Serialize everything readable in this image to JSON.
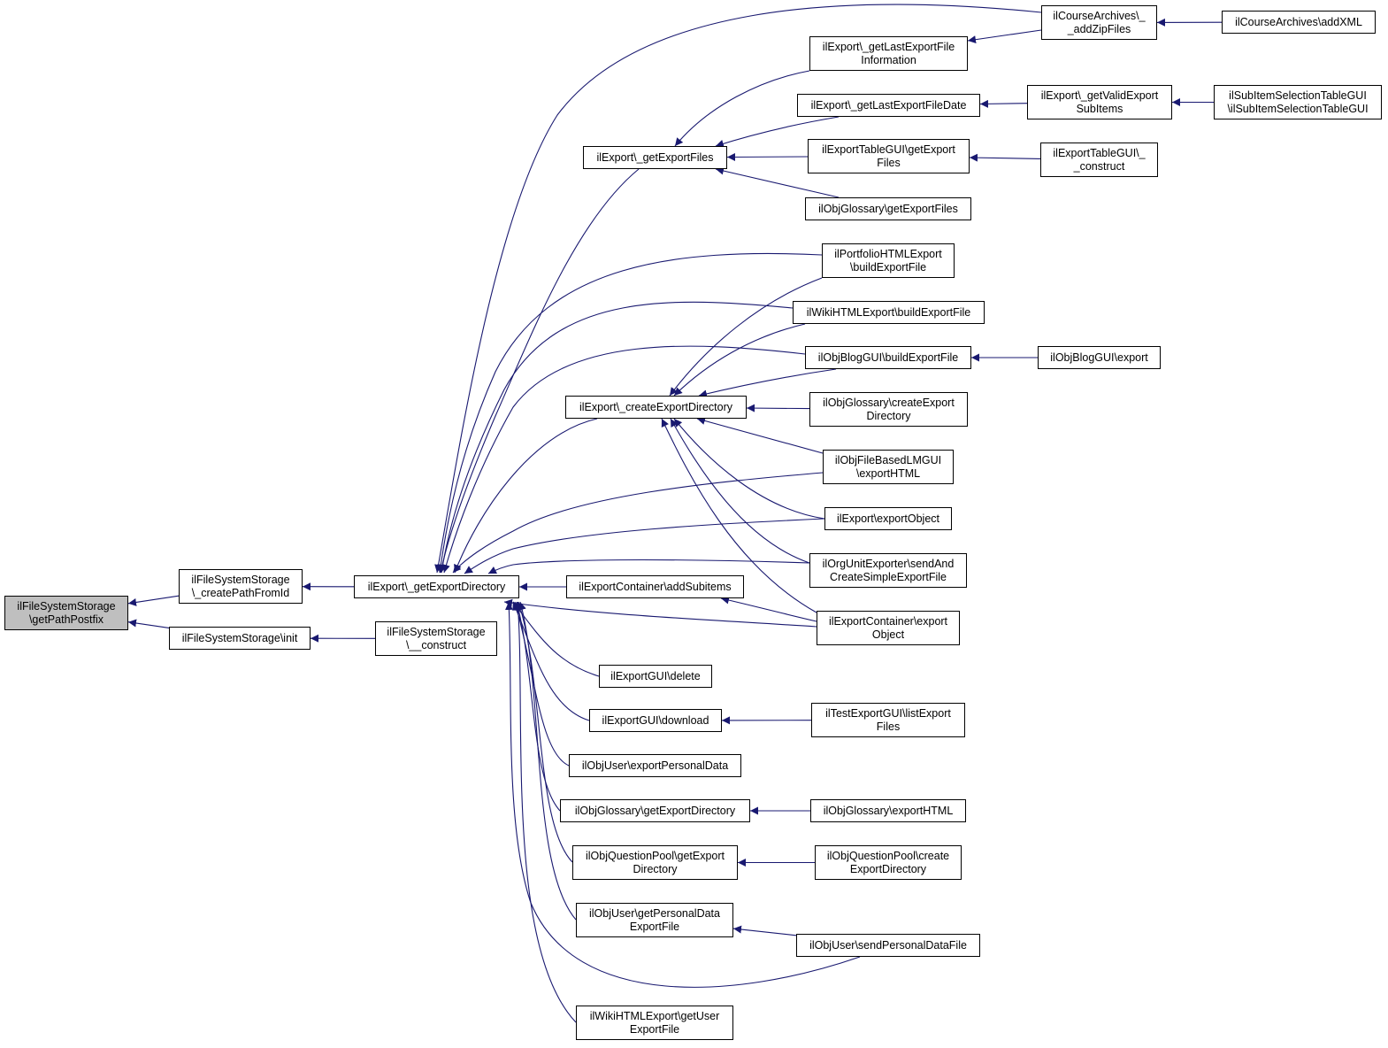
{
  "colors": {
    "edge": "#191970",
    "node_border": "#000000",
    "root_fill": "#bfbfbf",
    "node_fill": "#ffffff"
  },
  "nodes": [
    {
      "id": "root",
      "lines": [
        "ilFileSystemStorage",
        "\\getPathPostfix"
      ],
      "root": true
    },
    {
      "id": "createPathFromId",
      "lines": [
        "ilFileSystemStorage",
        "\\_createPathFromId"
      ]
    },
    {
      "id": "fssInit",
      "lines": [
        "ilFileSystemStorage\\init"
      ]
    },
    {
      "id": "getExportDirectory",
      "lines": [
        "ilExport\\_getExportDirectory"
      ]
    },
    {
      "id": "fssConstruct",
      "lines": [
        "ilFileSystemStorage",
        "\\__construct"
      ]
    },
    {
      "id": "getExportFiles",
      "lines": [
        "ilExport\\_getExportFiles"
      ]
    },
    {
      "id": "createExportDirectory",
      "lines": [
        "ilExport\\_createExportDirectory"
      ]
    },
    {
      "id": "addSubitems",
      "lines": [
        "ilExportContainer\\addSubitems"
      ]
    },
    {
      "id": "guiDelete",
      "lines": [
        "ilExportGUI\\delete"
      ]
    },
    {
      "id": "guiDownload",
      "lines": [
        "ilExportGUI\\download"
      ]
    },
    {
      "id": "userExportPersonalData",
      "lines": [
        "ilObjUser\\exportPersonalData"
      ]
    },
    {
      "id": "glossaryGetExportDirectory",
      "lines": [
        "ilObjGlossary\\getExportDirectory"
      ]
    },
    {
      "id": "qpGetExportDirectory",
      "lines": [
        "ilObjQuestionPool\\getExport",
        "Directory"
      ]
    },
    {
      "id": "userGetPersonalDataExportFile",
      "lines": [
        "ilObjUser\\getPersonalData",
        "ExportFile"
      ]
    },
    {
      "id": "wikiGetUserExportFile",
      "lines": [
        "ilWikiHTMLExport\\getUser",
        "ExportFile"
      ]
    },
    {
      "id": "getLastExportFileInformation",
      "lines": [
        "ilExport\\_getLastExportFile",
        "Information"
      ]
    },
    {
      "id": "getLastExportFileDate",
      "lines": [
        "ilExport\\_getLastExportFileDate"
      ]
    },
    {
      "id": "tableGetExportFiles",
      "lines": [
        "ilExportTableGUI\\getExport",
        "Files"
      ]
    },
    {
      "id": "glossaryGetExportFiles",
      "lines": [
        "ilObjGlossary\\getExportFiles"
      ]
    },
    {
      "id": "portfolioBuildExportFile",
      "lines": [
        "ilPortfolioHTMLExport",
        "\\buildExportFile"
      ]
    },
    {
      "id": "wikiBuildExportFile",
      "lines": [
        "ilWikiHTMLExport\\buildExportFile"
      ]
    },
    {
      "id": "blogBuildExportFile",
      "lines": [
        "ilObjBlogGUI\\buildExportFile"
      ]
    },
    {
      "id": "glossaryCreateExportDirectory",
      "lines": [
        "ilObjGlossary\\createExport",
        "Directory"
      ]
    },
    {
      "id": "fileLmExportHTML",
      "lines": [
        "ilObjFileBasedLMGUI",
        "\\exportHTML"
      ]
    },
    {
      "id": "exportObject",
      "lines": [
        "ilExport\\exportObject"
      ]
    },
    {
      "id": "orgUnitSendAndCreate",
      "lines": [
        "ilOrgUnitExporter\\sendAnd",
        "CreateSimpleExportFile"
      ]
    },
    {
      "id": "containerExportObject",
      "lines": [
        "ilExportContainer\\export",
        "Object"
      ]
    },
    {
      "id": "testListExportFiles",
      "lines": [
        "ilTestExportGUI\\listExport",
        "Files"
      ]
    },
    {
      "id": "glossaryExportHTML",
      "lines": [
        "ilObjGlossary\\exportHTML"
      ]
    },
    {
      "id": "qpCreateExportDirectory",
      "lines": [
        "ilObjQuestionPool\\create",
        "ExportDirectory"
      ]
    },
    {
      "id": "userSendPersonalDataFile",
      "lines": [
        "ilObjUser\\sendPersonalDataFile"
      ]
    },
    {
      "id": "courseAddZipFiles",
      "lines": [
        "ilCourseArchives\\_",
        "_addZipFiles"
      ]
    },
    {
      "id": "getValidExportSubItems",
      "lines": [
        "ilExport\\_getValidExport",
        "SubItems"
      ]
    },
    {
      "id": "tableConstruct",
      "lines": [
        "ilExportTableGUI\\_",
        "_construct"
      ]
    },
    {
      "id": "blogExport",
      "lines": [
        "ilObjBlogGUI\\export"
      ]
    },
    {
      "id": "courseAddXML",
      "lines": [
        "ilCourseArchives\\addXML"
      ]
    },
    {
      "id": "subItemSelectionTable",
      "lines": [
        "ilSubItemSelectionTableGUI",
        "\\ilSubItemSelectionTableGUI"
      ]
    }
  ],
  "edges": [
    {
      "from": "createPathFromId",
      "to": "root"
    },
    {
      "from": "fssInit",
      "to": "root"
    },
    {
      "from": "getExportDirectory",
      "to": "createPathFromId"
    },
    {
      "from": "fssConstruct",
      "to": "fssInit"
    },
    {
      "from": "getExportFiles",
      "to": "getExportDirectory"
    },
    {
      "from": "createExportDirectory",
      "to": "getExportDirectory"
    },
    {
      "from": "addSubitems",
      "to": "getExportDirectory"
    },
    {
      "from": "guiDelete",
      "to": "getExportDirectory"
    },
    {
      "from": "guiDownload",
      "to": "getExportDirectory"
    },
    {
      "from": "userExportPersonalData",
      "to": "getExportDirectory"
    },
    {
      "from": "glossaryGetExportDirectory",
      "to": "getExportDirectory"
    },
    {
      "from": "qpGetExportDirectory",
      "to": "getExportDirectory"
    },
    {
      "from": "userGetPersonalDataExportFile",
      "to": "getExportDirectory"
    },
    {
      "from": "wikiGetUserExportFile",
      "to": "getExportDirectory"
    },
    {
      "from": "courseAddZipFiles",
      "to": "getExportDirectory"
    },
    {
      "from": "portfolioBuildExportFile",
      "to": "getExportDirectory"
    },
    {
      "from": "wikiBuildExportFile",
      "to": "getExportDirectory"
    },
    {
      "from": "blogBuildExportFile",
      "to": "getExportDirectory"
    },
    {
      "from": "fileLmExportHTML",
      "to": "getExportDirectory"
    },
    {
      "from": "exportObject",
      "to": "getExportDirectory"
    },
    {
      "from": "orgUnitSendAndCreate",
      "to": "getExportDirectory"
    },
    {
      "from": "containerExportObject",
      "to": "getExportDirectory"
    },
    {
      "from": "userSendPersonalDataFile",
      "to": "getExportDirectory"
    },
    {
      "from": "getLastExportFileInformation",
      "to": "getExportFiles"
    },
    {
      "from": "getLastExportFileDate",
      "to": "getExportFiles"
    },
    {
      "from": "tableGetExportFiles",
      "to": "getExportFiles"
    },
    {
      "from": "glossaryGetExportFiles",
      "to": "getExportFiles"
    },
    {
      "from": "portfolioBuildExportFile",
      "to": "createExportDirectory"
    },
    {
      "from": "wikiBuildExportFile",
      "to": "createExportDirectory"
    },
    {
      "from": "blogBuildExportFile",
      "to": "createExportDirectory"
    },
    {
      "from": "glossaryCreateExportDirectory",
      "to": "createExportDirectory"
    },
    {
      "from": "fileLmExportHTML",
      "to": "createExportDirectory"
    },
    {
      "from": "exportObject",
      "to": "createExportDirectory"
    },
    {
      "from": "orgUnitSendAndCreate",
      "to": "createExportDirectory"
    },
    {
      "from": "containerExportObject",
      "to": "createExportDirectory"
    },
    {
      "from": "containerExportObject",
      "to": "addSubitems"
    },
    {
      "from": "testListExportFiles",
      "to": "guiDownload"
    },
    {
      "from": "glossaryExportHTML",
      "to": "glossaryGetExportDirectory"
    },
    {
      "from": "qpCreateExportDirectory",
      "to": "qpGetExportDirectory"
    },
    {
      "from": "userSendPersonalDataFile",
      "to": "userGetPersonalDataExportFile"
    },
    {
      "from": "courseAddZipFiles",
      "to": "getLastExportFileInformation"
    },
    {
      "from": "getValidExportSubItems",
      "to": "getLastExportFileDate"
    },
    {
      "from": "tableConstruct",
      "to": "tableGetExportFiles"
    },
    {
      "from": "blogExport",
      "to": "blogBuildExportFile"
    },
    {
      "from": "courseAddXML",
      "to": "courseAddZipFiles"
    },
    {
      "from": "subItemSelectionTable",
      "to": "getValidExportSubItems"
    }
  ]
}
